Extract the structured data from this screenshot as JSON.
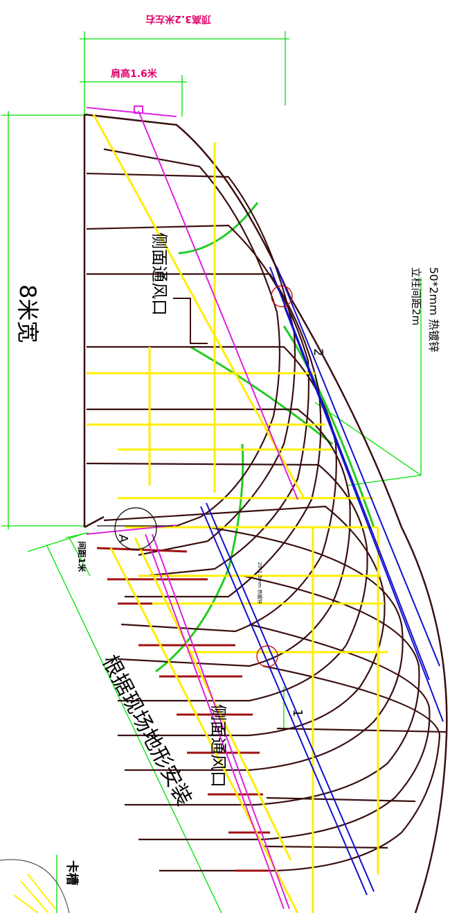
{
  "labels": {
    "top_height": "顶高3.2米左右",
    "shoulder_height": "肩高1.6米",
    "width": "8米宽",
    "pipe_spec": "50*2mm 热镀锌",
    "post_spacing": "立柱间距2m",
    "vent_upper": "侧面通风口",
    "vent_lower": "侧面通风口",
    "install_note": "根据现场地形安装",
    "spacing_1m": "间距1米",
    "section_mark": "A",
    "pipe_label_small": "20*1.5mm 热镀锌",
    "marker_1": "1",
    "marker_2": "2",
    "card_slot": "卡槽"
  },
  "colors": {
    "frame": "#3a0f10",
    "dim": "#00e000",
    "yellow": "#ffee00",
    "magenta": "#e020e0",
    "blue": "#1010d0",
    "red_circle": "#d01010",
    "text_red": "#e0006a"
  }
}
